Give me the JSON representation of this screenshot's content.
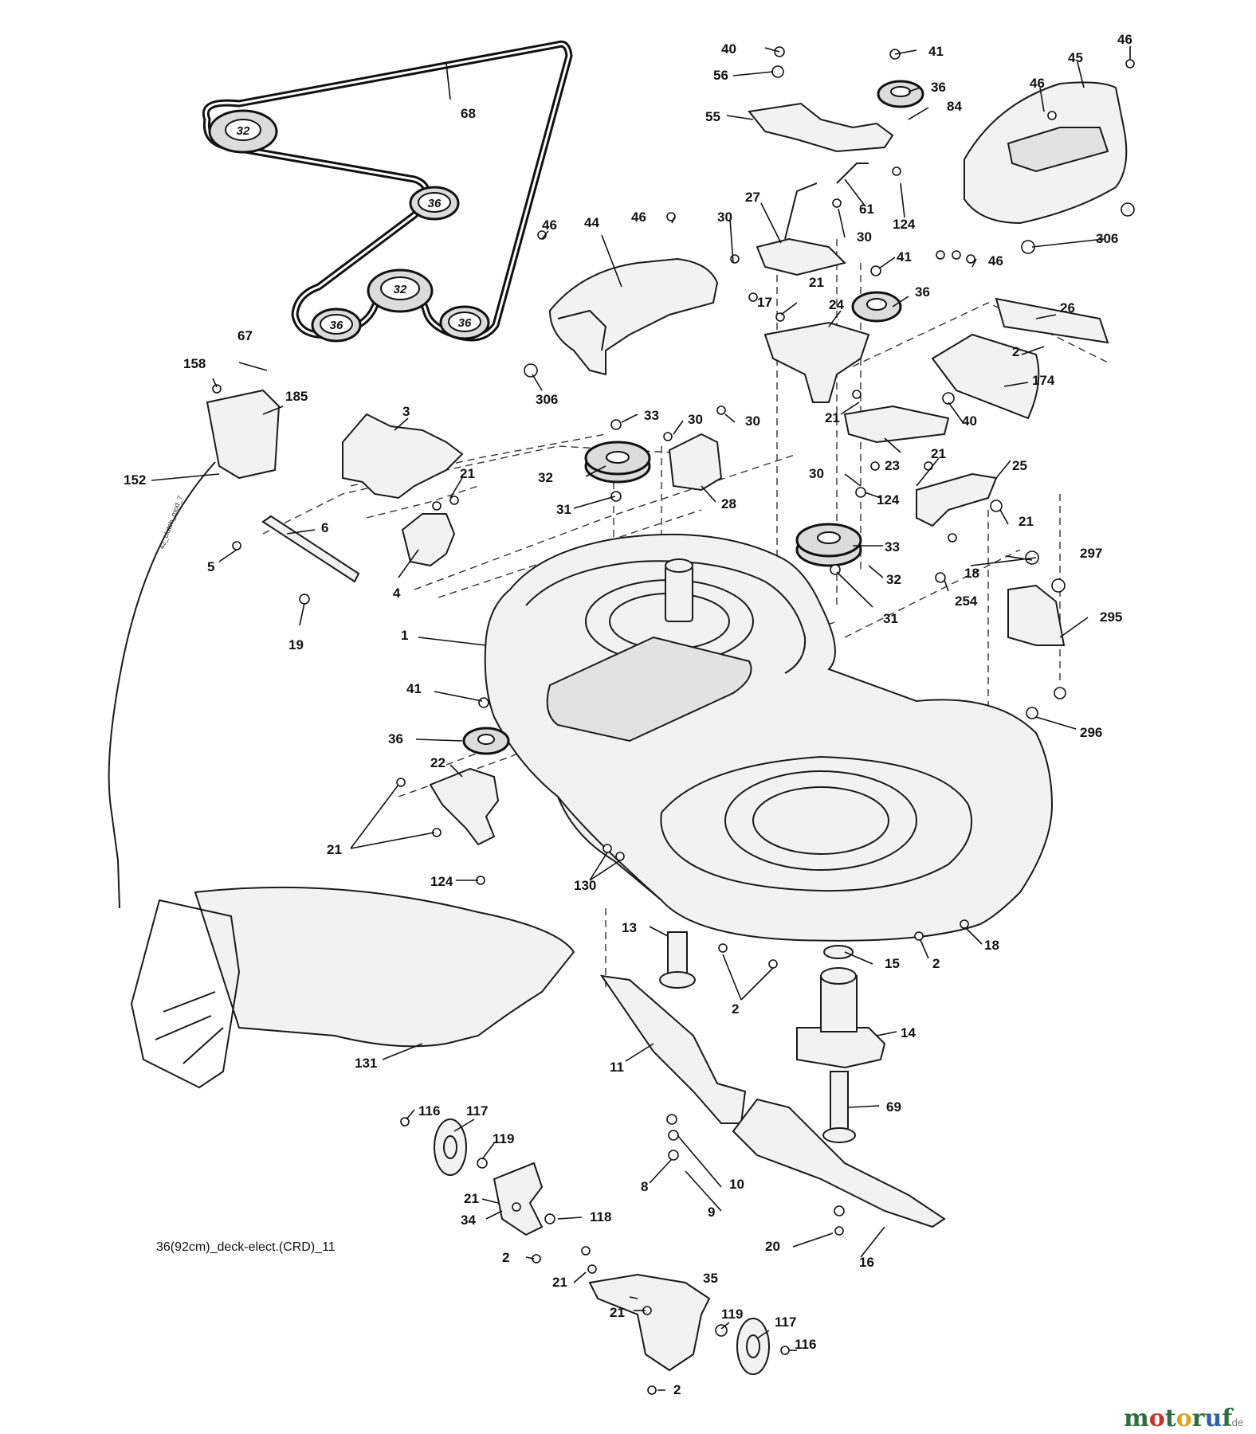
{
  "diagram": {
    "caption": "36(92cm)_deck-elect.(CRD)_11",
    "cable_label": "42_clutch_mod_7",
    "watermark": {
      "letters": [
        {
          "char": "m",
          "color": "#2d6e3e"
        },
        {
          "char": "o",
          "color": "#c9312c"
        },
        {
          "char": "t",
          "color": "#2d6e3e"
        },
        {
          "char": "o",
          "color": "#e0a21b"
        },
        {
          "char": "r",
          "color": "#2d6e3e"
        },
        {
          "char": "u",
          "color": "#2b62a8"
        },
        {
          "char": "f",
          "color": "#2d6e3e"
        }
      ],
      "suffix": ".de"
    },
    "belt_pulley_labels": [
      "32",
      "36",
      "32",
      "36",
      "36"
    ],
    "callouts": [
      "68",
      "40",
      "41",
      "46",
      "56",
      "36",
      "84",
      "55",
      "45",
      "46",
      "61",
      "27",
      "124",
      "306",
      "46",
      "44",
      "46",
      "30",
      "30",
      "41",
      "46",
      "17",
      "21",
      "24",
      "36",
      "26",
      "2",
      "174",
      "67",
      "158",
      "185",
      "3",
      "33",
      "30",
      "30",
      "21",
      "40",
      "152",
      "21",
      "32",
      "28",
      "23",
      "21",
      "25",
      "31",
      "30",
      "124",
      "21",
      "6",
      "5",
      "4",
      "33",
      "32",
      "18",
      "297",
      "254",
      "31",
      "19",
      "1",
      "295",
      "41",
      "296",
      "36",
      "22",
      "21",
      "124",
      "130",
      "13",
      "15",
      "2",
      "18",
      "2",
      "14",
      "131",
      "11",
      "116",
      "117",
      "119",
      "69",
      "21",
      "34",
      "8",
      "10",
      "9",
      "118",
      "2",
      "20",
      "16",
      "21",
      "35",
      "21",
      "119",
      "117",
      "116",
      "2",
      "306"
    ]
  }
}
